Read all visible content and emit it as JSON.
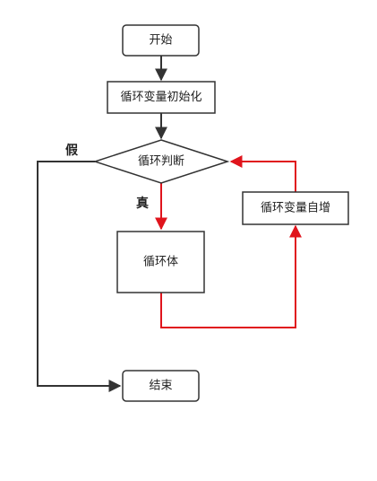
{
  "diagram": {
    "type": "flowchart",
    "colors": {
      "node_stroke": "#333333",
      "node_fill": "#ffffff",
      "edge_default": "#333333",
      "edge_loop": "#e0141c",
      "text": "#222222"
    },
    "nodes": {
      "start": {
        "label": "开始"
      },
      "init": {
        "label": "循环变量初始化"
      },
      "condition": {
        "label": "循环判断"
      },
      "body": {
        "label": "循环体"
      },
      "update": {
        "label": "循环变量自增"
      },
      "end": {
        "label": "结束"
      }
    },
    "edges": {
      "true_label": "真",
      "false_label": "假"
    }
  }
}
